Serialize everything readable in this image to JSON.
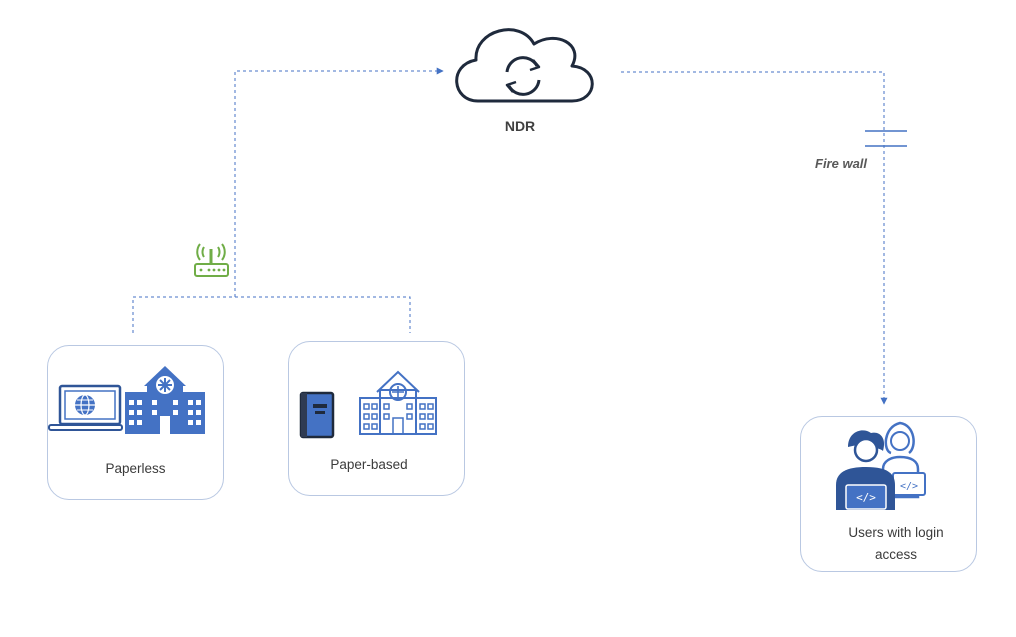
{
  "diagram": {
    "cloud": {
      "label": "NDR",
      "icon": "cloud-sync-icon"
    },
    "firewall": {
      "label": "Fire wall",
      "icon": "firewall-gap-icon"
    },
    "router": {
      "icon": "wifi-router-icon",
      "color": "#70ad47"
    },
    "nodes": [
      {
        "id": "paperless",
        "label": "Paperless",
        "icons": [
          "laptop-globe-icon",
          "hospital-building-icon"
        ]
      },
      {
        "id": "paper-based",
        "label": "Paper-based",
        "icons": [
          "book-icon",
          "hospital-building-outline-icon"
        ]
      },
      {
        "id": "users",
        "label_line1": "Users with login",
        "label_line2": "access",
        "icons": [
          "developer-users-icon"
        ]
      }
    ],
    "colors": {
      "accent": "#4472c4",
      "card_border": "#b9c8e2",
      "cloud_stroke": "#1f2a3c",
      "text": "#3b3b3b"
    }
  }
}
